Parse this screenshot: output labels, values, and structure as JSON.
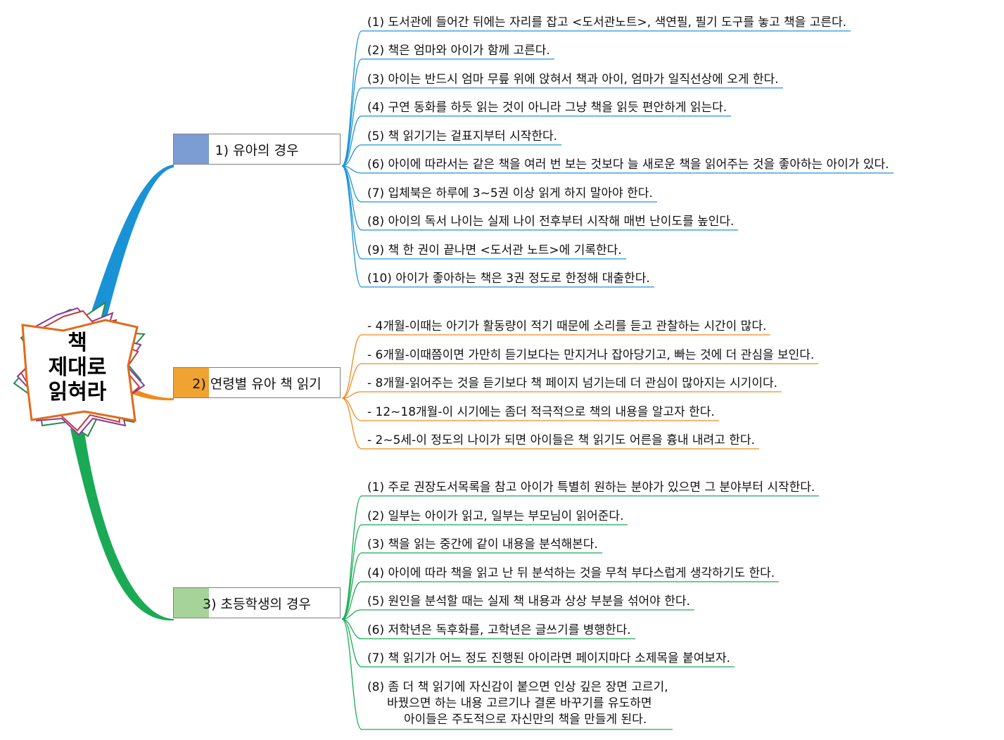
{
  "center": {
    "lines": [
      "책",
      "제대로",
      "읽혀라"
    ]
  },
  "colors": {
    "branch1": "#7c9cd4",
    "branch2": "#f0a232",
    "branch3": "#a6d39a",
    "curve1": "#1a93d6",
    "curve2": "#f08a1e",
    "curve3": "#1aaa55"
  },
  "branches": [
    {
      "label": "1) 유아의 경우",
      "items": [
        "(1) 도서관에 들어간 뒤에는 자리를 잡고 <도서관노트>, 색연필, 필기 도구를 놓고 책을 고른다.",
        "(2) 책은 엄마와 아이가 함께 고른다.",
        "(3) 아이는 반드시 엄마 무릎 위에 앉혀서 책과 아이, 엄마가 일직선상에 오게 한다.",
        "(4) 구연 동화를 하듯 읽는 것이 아니라 그냥 책을 읽듯 편안하게 읽는다.",
        "(5) 책 읽기기는 겉표지부터 시작한다.",
        "(6) 아이에 따라서는 같은 책을 여러 번 보는 것보다 늘 새로운 책을 읽어주는 것을 좋아하는 아이가 있다.",
        "(7) 입체북은 하루에 3~5권 이상 읽게 하지 말아야 한다.",
        "(8) 아이의 독서 나이는 실제 나이 전후부터 시작해 매번 난이도를 높인다.",
        "(9) 책 한 권이 끝나면 <도서관 노트>에 기록한다.",
        "(10) 아이가 좋아하는 책은 3권 정도로 한정해 대출한다."
      ]
    },
    {
      "label": "2) 연령별 유아 책 읽기",
      "items": [
        "- 4개월-이때는 아기가 활동량이 적기 때문에 소리를 듣고 관찰하는 시간이 많다.",
        "- 6개월-이때쯤이면 가만히 듣기보다는 만지거나 잡아당기고, 빠는 것에 더 관심을 보인다.",
        "- 8개월-읽어주는 것을 듣기보다 책 페이지 넘기는데 더 관심이 많아지는 시기이다.",
        "- 12~18개월-이 시기에는 좀더 적극적으로 책의 내용을 알고자 한다.",
        "- 2~5세-이 정도의 나이가 되면 아이들은 책 읽기도 어른을 흉내 내려고 한다."
      ]
    },
    {
      "label": "3) 초등학생의 경우",
      "items": [
        "(1) 주로 권장도서목록을 참고 아이가 특별히 원하는 분야가 있으면 그 분야부터 시작한다.",
        "(2) 일부는 아이가 읽고, 일부는 부모님이 읽어준다.",
        "(3) 책을 읽는 중간에 같이 내용을 분석해본다.",
        "(4) 아이에 따라 책을 읽고 난 뒤 분석하는 것을 무척 부다스럽게 생각하기도 한다.",
        "(5) 원인을 분석할 때는 실제 책 내용과 상상 부분을 섞어야 한다.",
        "(6) 저학년은 독후화를, 고학년은 글쓰기를 병행한다.",
        "(7) 책 읽기가 어느 정도 진행된 아이라면 페이지마다 소제목을 붙여보자."
      ],
      "multi_item": [
        "(8) 좀 더 책 읽기에 자신감이 붙으면 인상 깊은 장면 고르기,",
        "바꿨으면 하는 내용 고르기나 결론 바꾸기를 유도하면",
        "아이들은 주도적으로 자신만의 책을 만들게 된다."
      ]
    }
  ]
}
